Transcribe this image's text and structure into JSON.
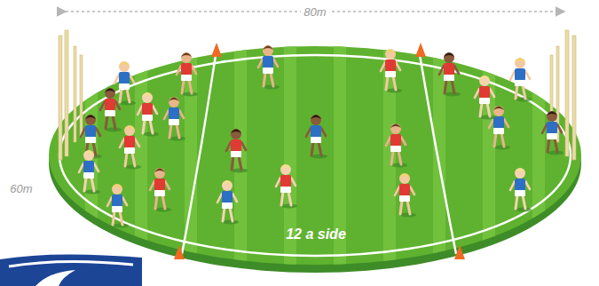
{
  "diagram": {
    "labels": [
      "80m",
      "60m",
      "12 a side"
    ]
  }
}
